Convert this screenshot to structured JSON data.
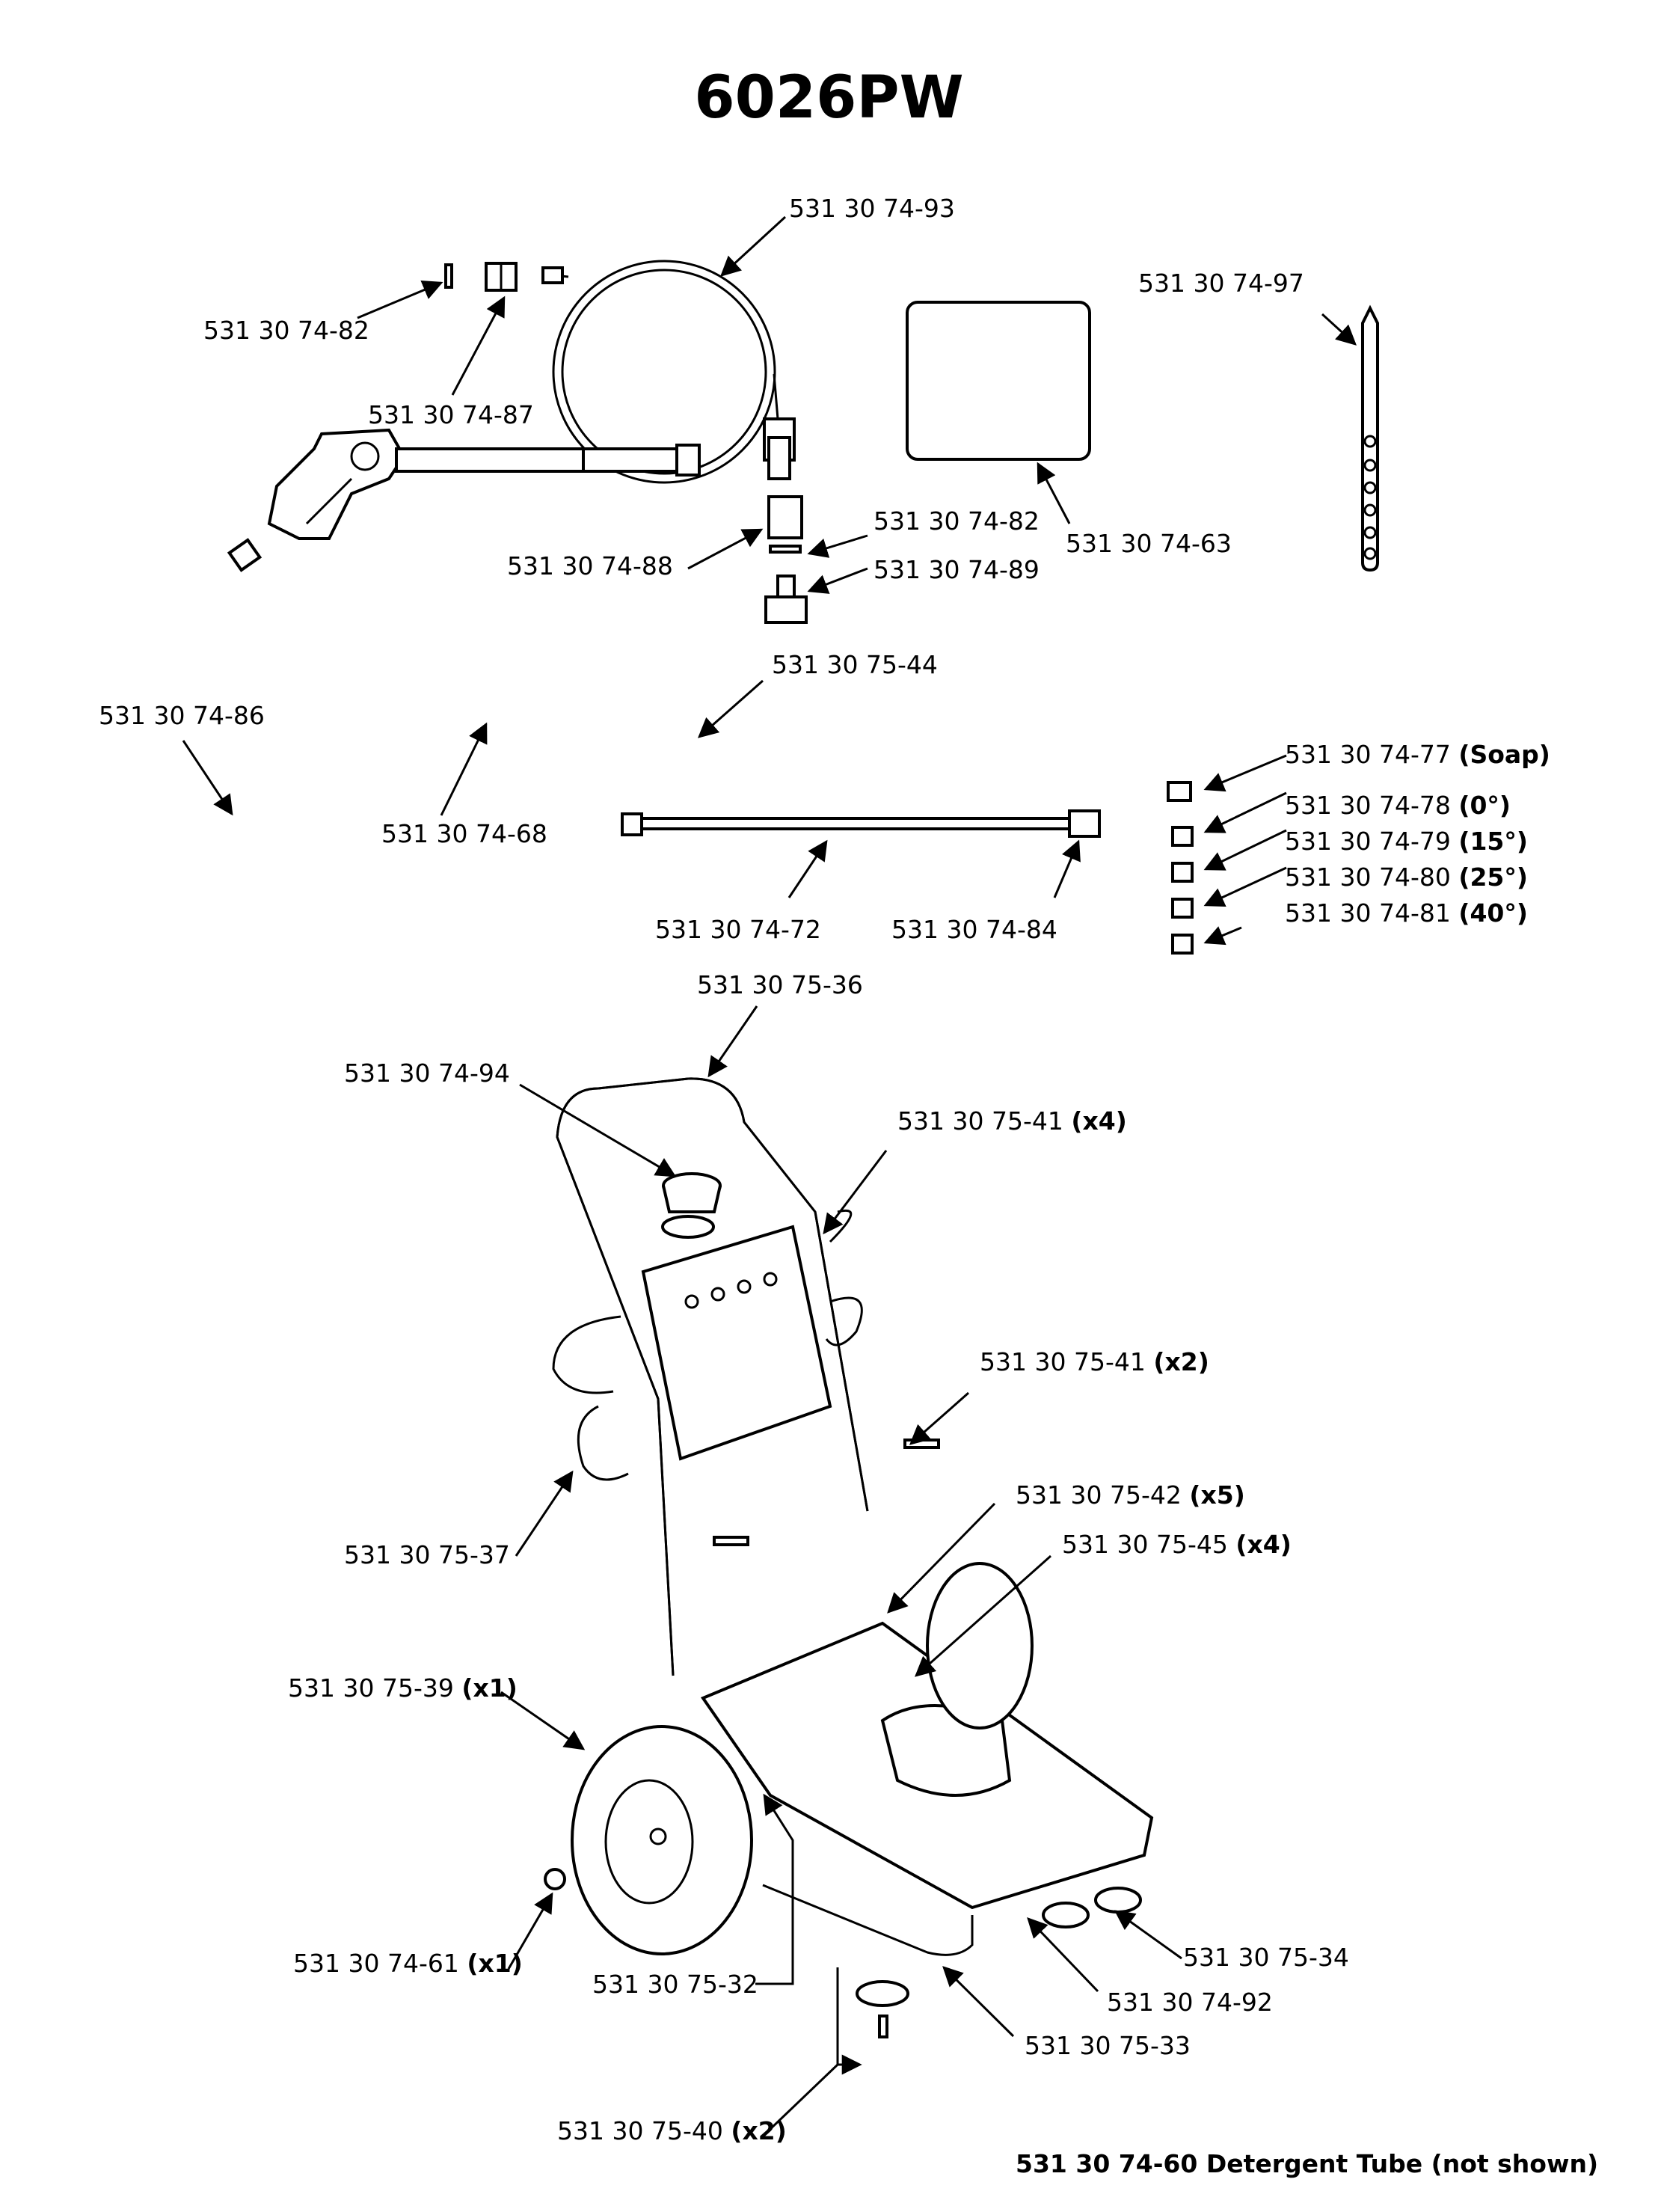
{
  "title": "6026PW",
  "labels": [
    {
      "id": "hose",
      "part": "531 30 74-93",
      "qty": ""
    },
    {
      "id": "oring-top",
      "part": "531 30 74-82",
      "qty": ""
    },
    {
      "id": "coupler-top",
      "part": "531 30 74-87",
      "qty": ""
    },
    {
      "id": "manual",
      "part": "531 30 74-63",
      "qty": ""
    },
    {
      "id": "wand-tool",
      "part": "531 30 74-97",
      "qty": ""
    },
    {
      "id": "adapter",
      "part": "531 30 74-88",
      "qty": ""
    },
    {
      "id": "oring-mid",
      "part": "531 30 74-82",
      "qty": ""
    },
    {
      "id": "fitting",
      "part": "531 30 74-89",
      "qty": ""
    },
    {
      "id": "gun-fitting",
      "part": "531 30 74-86",
      "qty": ""
    },
    {
      "id": "gun-coupler",
      "part": "531 30 75-44",
      "qty": ""
    },
    {
      "id": "gun",
      "part": "531 30 74-68",
      "qty": ""
    },
    {
      "id": "nozzle-soap",
      "part": "531 30 74-77",
      "qty": "(Soap)"
    },
    {
      "id": "nozzle-0",
      "part": "531 30 74-78",
      "qty": "(0°)"
    },
    {
      "id": "nozzle-15",
      "part": "531 30 74-79",
      "qty": "(15°)"
    },
    {
      "id": "nozzle-25",
      "part": "531 30 74-80",
      "qty": "(25°)"
    },
    {
      "id": "nozzle-40",
      "part": "531 30 74-81",
      "qty": "(40°)"
    },
    {
      "id": "wand",
      "part": "531 30 74-72",
      "qty": ""
    },
    {
      "id": "wand-coupler",
      "part": "531 30 74-84",
      "qty": ""
    },
    {
      "id": "handle",
      "part": "531 30 75-36",
      "qty": ""
    },
    {
      "id": "cup",
      "part": "531 30 74-94",
      "qty": ""
    },
    {
      "id": "bolt-x4",
      "part": "531 30 75-41",
      "qty": "(x4)"
    },
    {
      "id": "bolt-x2",
      "part": "531 30 75-41",
      "qty": "(x2)"
    },
    {
      "id": "hook",
      "part": "531 30 75-37",
      "qty": ""
    },
    {
      "id": "nut-x5",
      "part": "531 30 75-42",
      "qty": "(x5)"
    },
    {
      "id": "screw-x4",
      "part": "531 30 75-45",
      "qty": "(x4)"
    },
    {
      "id": "wheel",
      "part": "531 30 75-39",
      "qty": "(x1)"
    },
    {
      "id": "hubcap",
      "part": "531 30 74-61",
      "qty": "(x1)"
    },
    {
      "id": "axle",
      "part": "531 30 75-32",
      "qty": ""
    },
    {
      "id": "foot",
      "part": "531 30 75-34",
      "qty": ""
    },
    {
      "id": "foot-pad",
      "part": "531 30 74-92",
      "qty": ""
    },
    {
      "id": "frame",
      "part": "531 30 75-33",
      "qty": ""
    },
    {
      "id": "foot-bolt",
      "part": "531 30 75-40",
      "qty": "(x2)"
    }
  ],
  "footnote": "531 30 74-60 Detergent Tube (not shown)"
}
